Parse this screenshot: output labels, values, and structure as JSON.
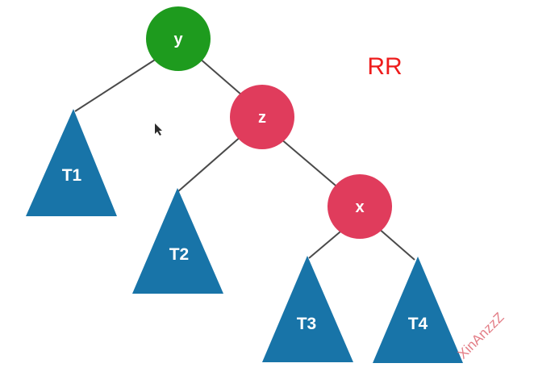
{
  "annotation": {
    "text": "RR",
    "color": "#ee1c1c"
  },
  "nodes": {
    "y": {
      "label": "y",
      "color": "#1e9b1e"
    },
    "z": {
      "label": "z",
      "color": "#e03c5c"
    },
    "x": {
      "label": "x",
      "color": "#e03c5c"
    }
  },
  "subtrees": {
    "t1": {
      "label": "T1",
      "color": "#1874a8"
    },
    "t2": {
      "label": "T2",
      "color": "#1874a8"
    },
    "t3": {
      "label": "T3",
      "color": "#1874a8"
    },
    "t4": {
      "label": "T4",
      "color": "#1874a8"
    }
  },
  "edges": [
    [
      "y",
      "t1"
    ],
    [
      "y",
      "z"
    ],
    [
      "z",
      "t2"
    ],
    [
      "z",
      "x"
    ],
    [
      "x",
      "t3"
    ],
    [
      "x",
      "t4"
    ]
  ],
  "cursor_icon": "arrow-cursor-icon",
  "watermark": {
    "text": "XinAnzzZ"
  }
}
